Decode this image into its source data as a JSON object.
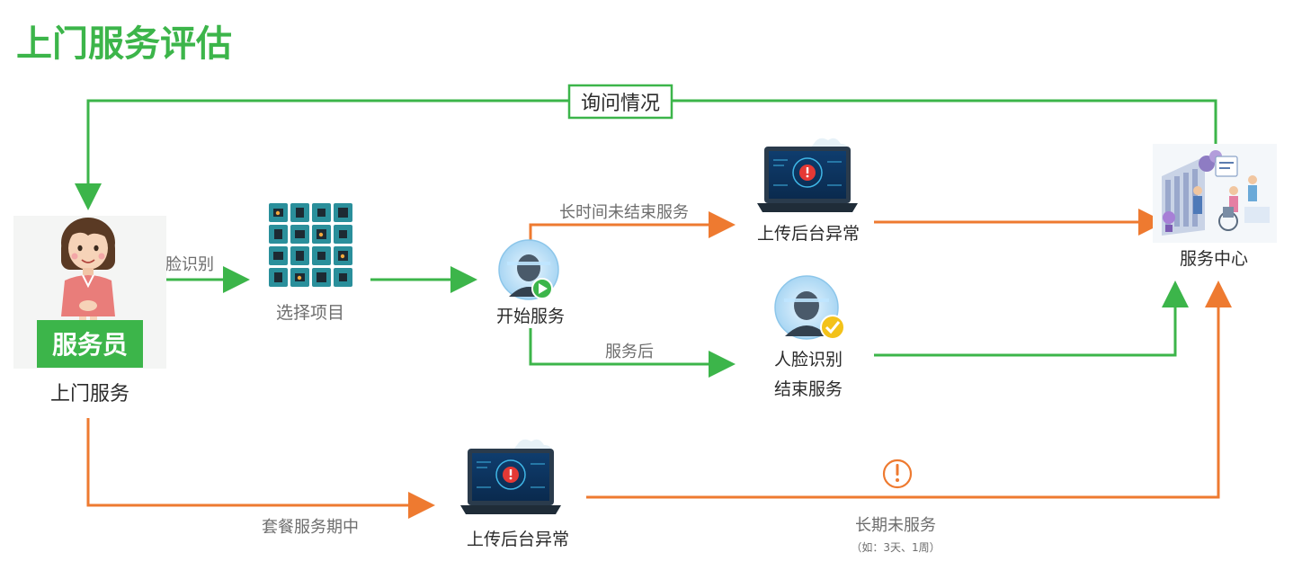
{
  "title": "上门服务评估",
  "colors": {
    "green": "#3cb54a",
    "orange": "#ee7a30",
    "label_grey": "#6e6e6e",
    "label_dark": "#2b2b2b"
  },
  "nodes": {
    "staff": {
      "badge": "服务员",
      "caption": "上门服务"
    },
    "select": {
      "caption": "选择项目"
    },
    "start": {
      "caption": "开始服务"
    },
    "upload_top": {
      "caption": "上传后台异常"
    },
    "face_end": {
      "caption_line1": "人脸识别",
      "caption_line2": "结束服务"
    },
    "center": {
      "caption": "服务中心"
    },
    "upload_bottom": {
      "caption": "上传后台异常"
    }
  },
  "edges": {
    "inquiry": "询问情况",
    "face_recog": "人脸识别",
    "long_time": "长时间未结束服务",
    "after_service": "服务后",
    "package_period": "套餐服务期中",
    "long_no_service": "长期未服务",
    "long_no_service_note": "（如：3天、1周）"
  },
  "icons": [
    "woman-staff-icon",
    "service-items-grid-icon",
    "face-scan-play-icon",
    "laptop-alert-icon",
    "face-scan-check-icon",
    "service-center-illustration-icon",
    "warning-circle-icon"
  ]
}
